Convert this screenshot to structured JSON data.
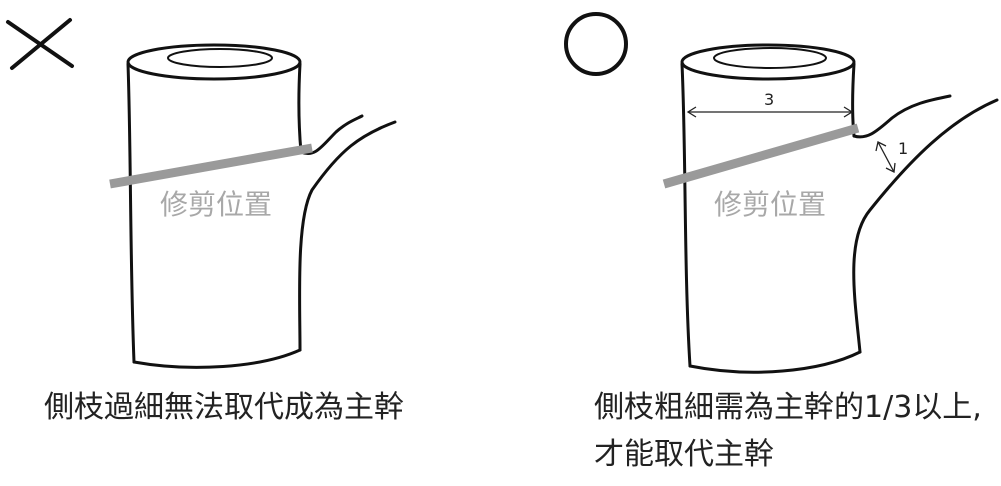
{
  "left": {
    "mark": "✕",
    "cut_label": "修剪位置",
    "caption": "側枝過細無法取代成為主幹"
  },
  "right": {
    "mark": "○",
    "cut_label": "修剪位置",
    "dim_trunk": "3",
    "dim_branch": "1",
    "caption_line1": "側枝粗細需為主幹的1/3以上,",
    "caption_line2": "才能取代主幹"
  },
  "colors": {
    "ink": "#111111",
    "cut_bar": "#9a9a9a",
    "cut_text": "#a8a8a8"
  }
}
